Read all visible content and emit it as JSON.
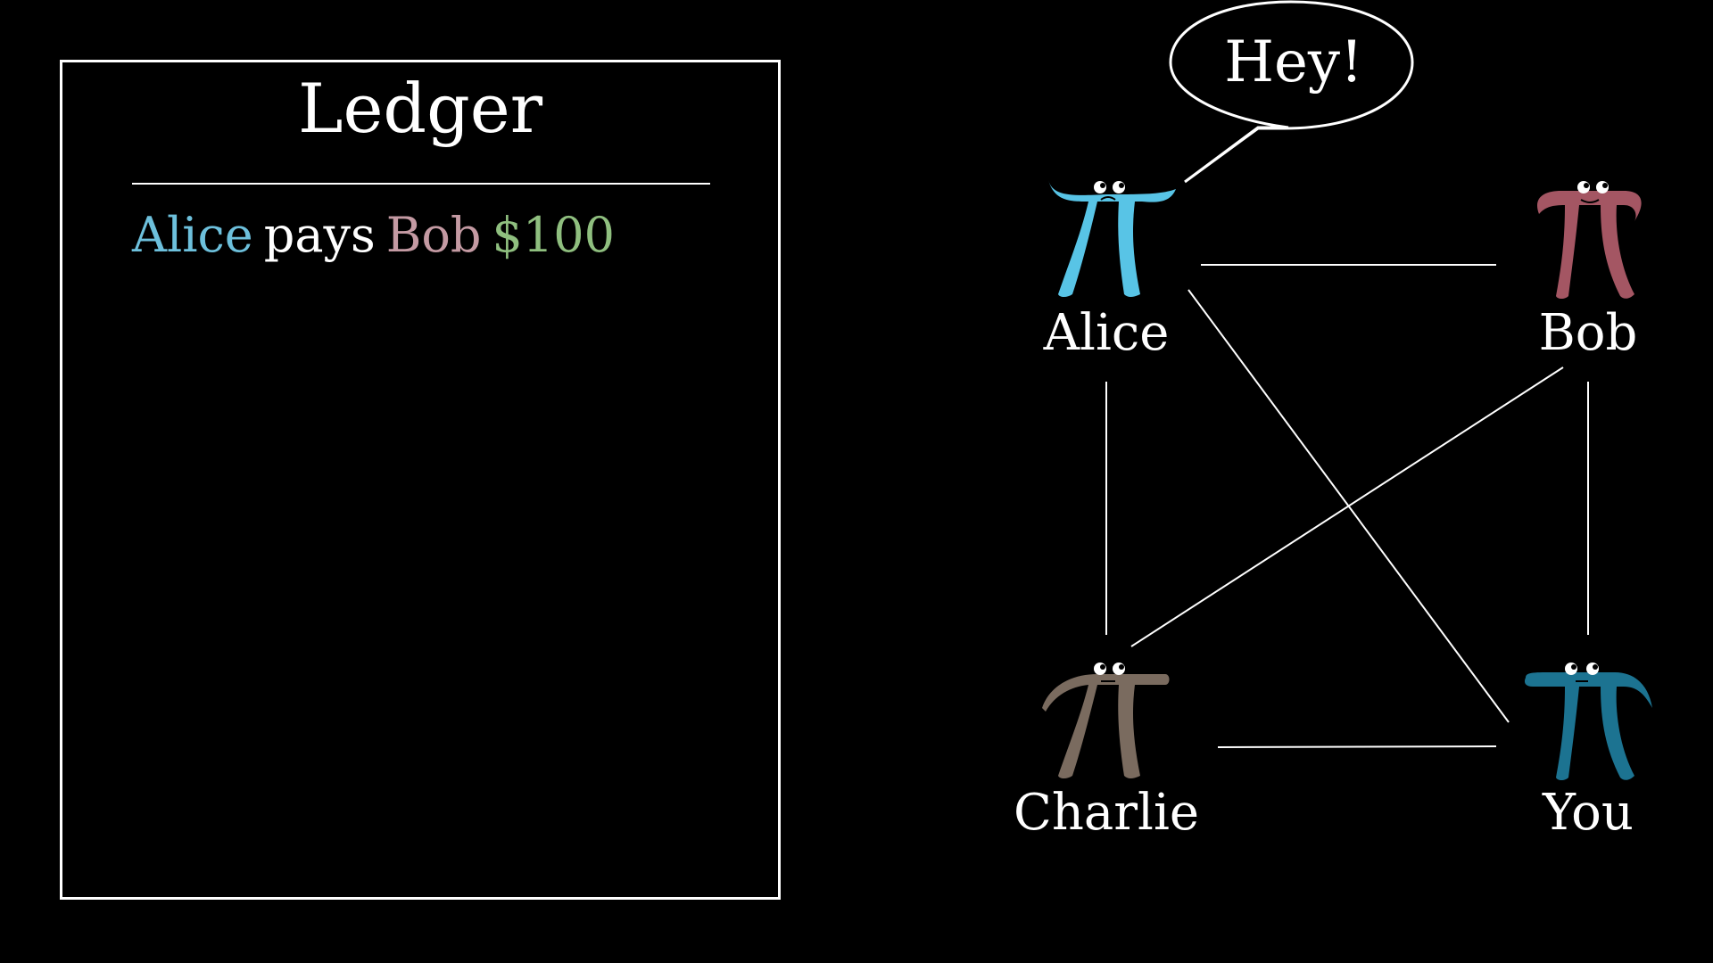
{
  "ledger": {
    "title": "Ledger",
    "entry": {
      "payer": "Alice",
      "verb": "pays",
      "payee": "Bob",
      "amount": "$100"
    }
  },
  "network": {
    "speech_bubble": "Hey!",
    "nodes": [
      {
        "id": "alice",
        "label": "Alice",
        "color": "#58c4e6"
      },
      {
        "id": "bob",
        "label": "Bob",
        "color": "#a45663"
      },
      {
        "id": "charlie",
        "label": "Charlie",
        "color": "#7a6b5f"
      },
      {
        "id": "you",
        "label": "You",
        "color": "#1c7391"
      }
    ],
    "edges": [
      [
        "alice",
        "bob"
      ],
      [
        "alice",
        "charlie"
      ],
      [
        "alice",
        "you"
      ],
      [
        "bob",
        "charlie"
      ],
      [
        "bob",
        "you"
      ],
      [
        "charlie",
        "you"
      ]
    ]
  },
  "colors": {
    "payer": "#6dc0dc",
    "payee": "#c49aa3",
    "amount": "#8fbf7f",
    "text": "#ffffff"
  }
}
